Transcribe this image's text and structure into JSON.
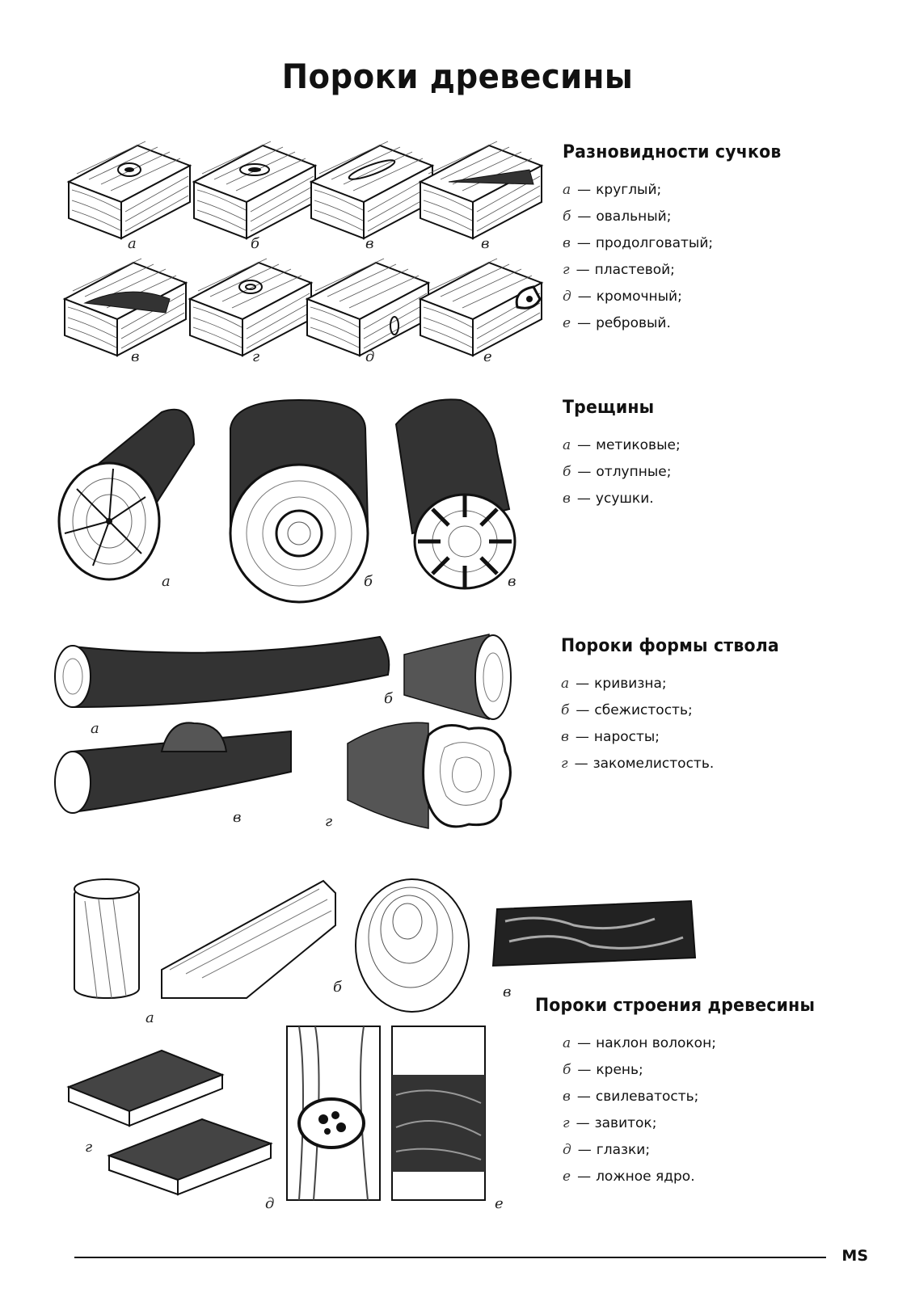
{
  "page": {
    "title": "Пороки древесины",
    "footer_mark": "MS"
  },
  "sections": [
    {
      "heading": "Разновидности сучков",
      "items": [
        {
          "letter": "а",
          "text": "круглый;"
        },
        {
          "letter": "б",
          "text": "овальный;"
        },
        {
          "letter": "в",
          "text": "продолговатый;"
        },
        {
          "letter": "г",
          "text": "пластевой;"
        },
        {
          "letter": "д",
          "text": "кромочный;"
        },
        {
          "letter": "е",
          "text": "ребровый."
        }
      ],
      "figure_labels": [
        "а",
        "б",
        "в",
        "в",
        "в",
        "г",
        "д",
        "е"
      ]
    },
    {
      "heading": "Трещины",
      "items": [
        {
          "letter": "а",
          "text": "метиковые;"
        },
        {
          "letter": "б",
          "text": "отлупные;"
        },
        {
          "letter": "в",
          "text": "усушки."
        }
      ],
      "figure_labels": [
        "а",
        "б",
        "в"
      ]
    },
    {
      "heading": "Пороки формы ствола",
      "items": [
        {
          "letter": "а",
          "text": "кривизна;"
        },
        {
          "letter": "б",
          "text": "сбежистость;"
        },
        {
          "letter": "в",
          "text": "наросты;"
        },
        {
          "letter": "г",
          "text": "закомелистость."
        }
      ],
      "figure_labels": [
        "а",
        "б",
        "в",
        "г"
      ]
    },
    {
      "heading": "Пороки строения древесины",
      "items": [
        {
          "letter": "а",
          "text": "наклон волокон;"
        },
        {
          "letter": "б",
          "text": "крень;"
        },
        {
          "letter": "в",
          "text": "свилеватость;"
        },
        {
          "letter": "г",
          "text": "завиток;"
        },
        {
          "letter": "д",
          "text": "глазки;"
        },
        {
          "letter": "е",
          "text": "ложное ядро."
        }
      ],
      "figure_labels": [
        "а",
        "б",
        "в",
        "г",
        "д",
        "е"
      ]
    }
  ],
  "dash": "—"
}
